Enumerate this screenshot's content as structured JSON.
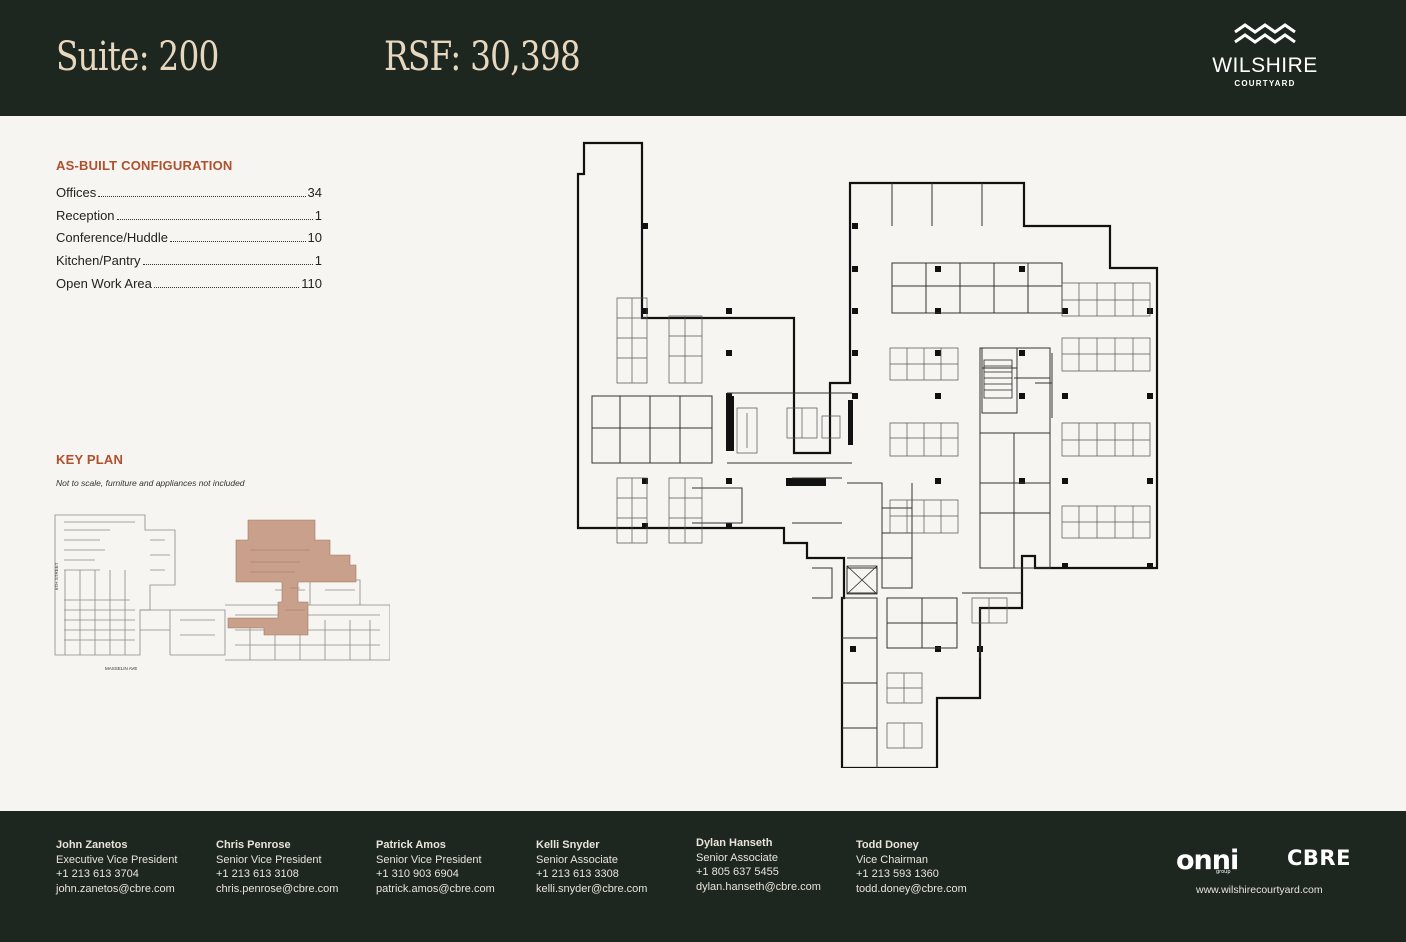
{
  "header": {
    "suite": "Suite: 200",
    "rsf": "RSF: 30,398",
    "logo_name": "WILSHIRE",
    "logo_sub": "COURTYARD"
  },
  "config": {
    "title": "AS-BUILT CONFIGURATION",
    "rows": [
      {
        "label": "Offices",
        "value": "34"
      },
      {
        "label": "Reception",
        "value": "1"
      },
      {
        "label": "Conference/Huddle",
        "value": "10"
      },
      {
        "label": "Kitchen/Pantry",
        "value": "1"
      },
      {
        "label": "Open Work Area",
        "value": "110"
      }
    ]
  },
  "keyplan": {
    "title": "KEY PLAN",
    "note": "Not to scale, furniture and appliances not included",
    "street_label": "6TH STREET",
    "ave_label": "MASSELIN AVE"
  },
  "contacts": [
    {
      "name": "John Zanetos",
      "title": "Executive Vice President",
      "phone": "+1 213 613 3704",
      "email": "john.zanetos@cbre.com"
    },
    {
      "name": "Chris Penrose",
      "title": "Senior Vice President",
      "phone": "+1 213 613 3108",
      "email": "chris.penrose@cbre.com"
    },
    {
      "name": "Patrick Amos",
      "title": "Senior Vice President",
      "phone": "+1 310 903 6904",
      "email": "patrick.amos@cbre.com"
    },
    {
      "name": "Kelli Snyder",
      "title": "Senior Associate",
      "phone": "+1 213 613 3308",
      "email": "kelli.snyder@cbre.com"
    },
    {
      "name": "Dylan Hanseth",
      "title": "Senior Associate",
      "phone": "+1 805 637 5455",
      "email": "dylan.hanseth@cbre.com"
    },
    {
      "name": "Todd Doney",
      "title": "Vice Chairman",
      "phone": "+1 213 593 1360",
      "email": "todd.doney@cbre.com"
    }
  ],
  "brand": {
    "onni": "onni",
    "onni_sub": "group",
    "cbre": "CBRE",
    "website": "www.wilshirecourtyard.com"
  },
  "colors": {
    "dark_green": "#1d271f",
    "accent": "#b0502d",
    "cream_text": "#e7d7be",
    "highlight": "#c9a08b"
  }
}
